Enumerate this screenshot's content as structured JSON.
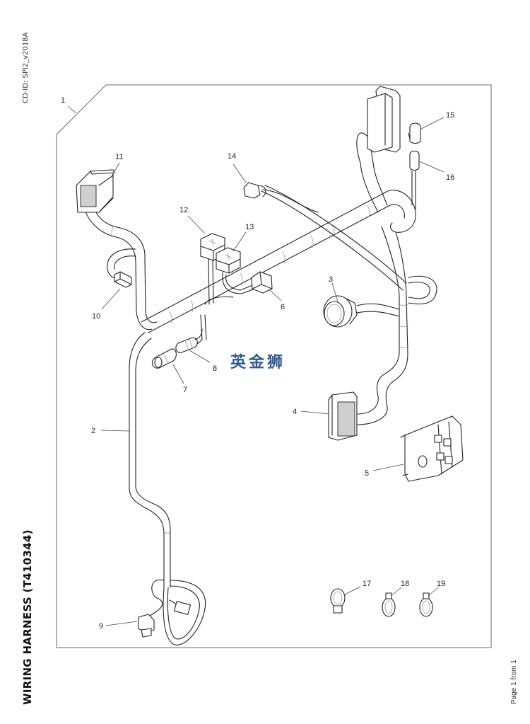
{
  "document": {
    "cd_id": "CD-ID: SPI2_v2018A",
    "title": "WIRING HARNESS (T410344)",
    "page_label": "Page 1 from 1",
    "watermark": "英金狮"
  },
  "colors": {
    "watermark": "#2f5a8e",
    "frame": "#888888",
    "linework": "#222222"
  },
  "diagram": {
    "type": "exploded-parts-view",
    "subject": "Wiring harness",
    "callouts": [
      {
        "number": "1",
        "part": "wiring-harness-assembly"
      },
      {
        "number": "2",
        "part": "harness-branch-cable"
      },
      {
        "number": "3",
        "part": "round-circular-connector"
      },
      {
        "number": "4",
        "part": "rectangular-multi-pin-connector"
      },
      {
        "number": "5",
        "part": "connector-mounting-bracket"
      },
      {
        "number": "6",
        "part": "inline-connector"
      },
      {
        "number": "7",
        "part": "cylindrical-connector-cap"
      },
      {
        "number": "8",
        "part": "cylindrical-plug"
      },
      {
        "number": "9",
        "part": "sensor-connector"
      },
      {
        "number": "10",
        "part": "small-inline-connector"
      },
      {
        "number": "11",
        "part": "square-multi-pin-connector"
      },
      {
        "number": "12",
        "part": "relay-socket"
      },
      {
        "number": "13",
        "part": "relay-socket"
      },
      {
        "number": "14",
        "part": "small-plug-connector"
      },
      {
        "number": "15",
        "part": "round-connector-cap"
      },
      {
        "number": "16",
        "part": "round-plug"
      },
      {
        "number": "17",
        "part": "cable-clip-with-push-mount"
      },
      {
        "number": "18",
        "part": "cable-tie-clip"
      },
      {
        "number": "19",
        "part": "cable-tie-clip"
      }
    ]
  }
}
